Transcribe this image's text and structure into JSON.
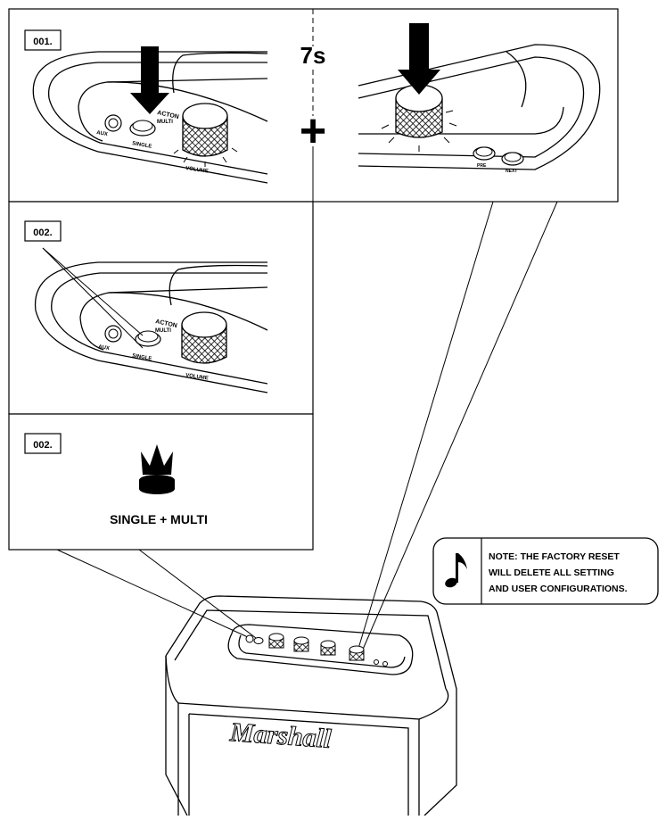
{
  "steps": [
    {
      "number": "001.",
      "hold_time": "7s",
      "operator": "+"
    },
    {
      "number": "002."
    },
    {
      "number": "002.",
      "caption": "SINGLE + MULTI"
    }
  ],
  "panel_labels": {
    "aux": "AUX",
    "single": "SINGLE",
    "multi": "MULTI",
    "volume": "VOLUME",
    "brand_on_panel": "ACTON",
    "knob_panel_btn_1": "PRE",
    "knob_panel_btn_2": "NEXT"
  },
  "note": {
    "icon": "music-note-icon",
    "lines": [
      "NOTE: THE FACTORY RESET",
      "WILL DELETE ALL SETTING",
      "AND USER CONFIGURATIONS."
    ]
  },
  "speaker": {
    "brand_script": "Marshall"
  }
}
